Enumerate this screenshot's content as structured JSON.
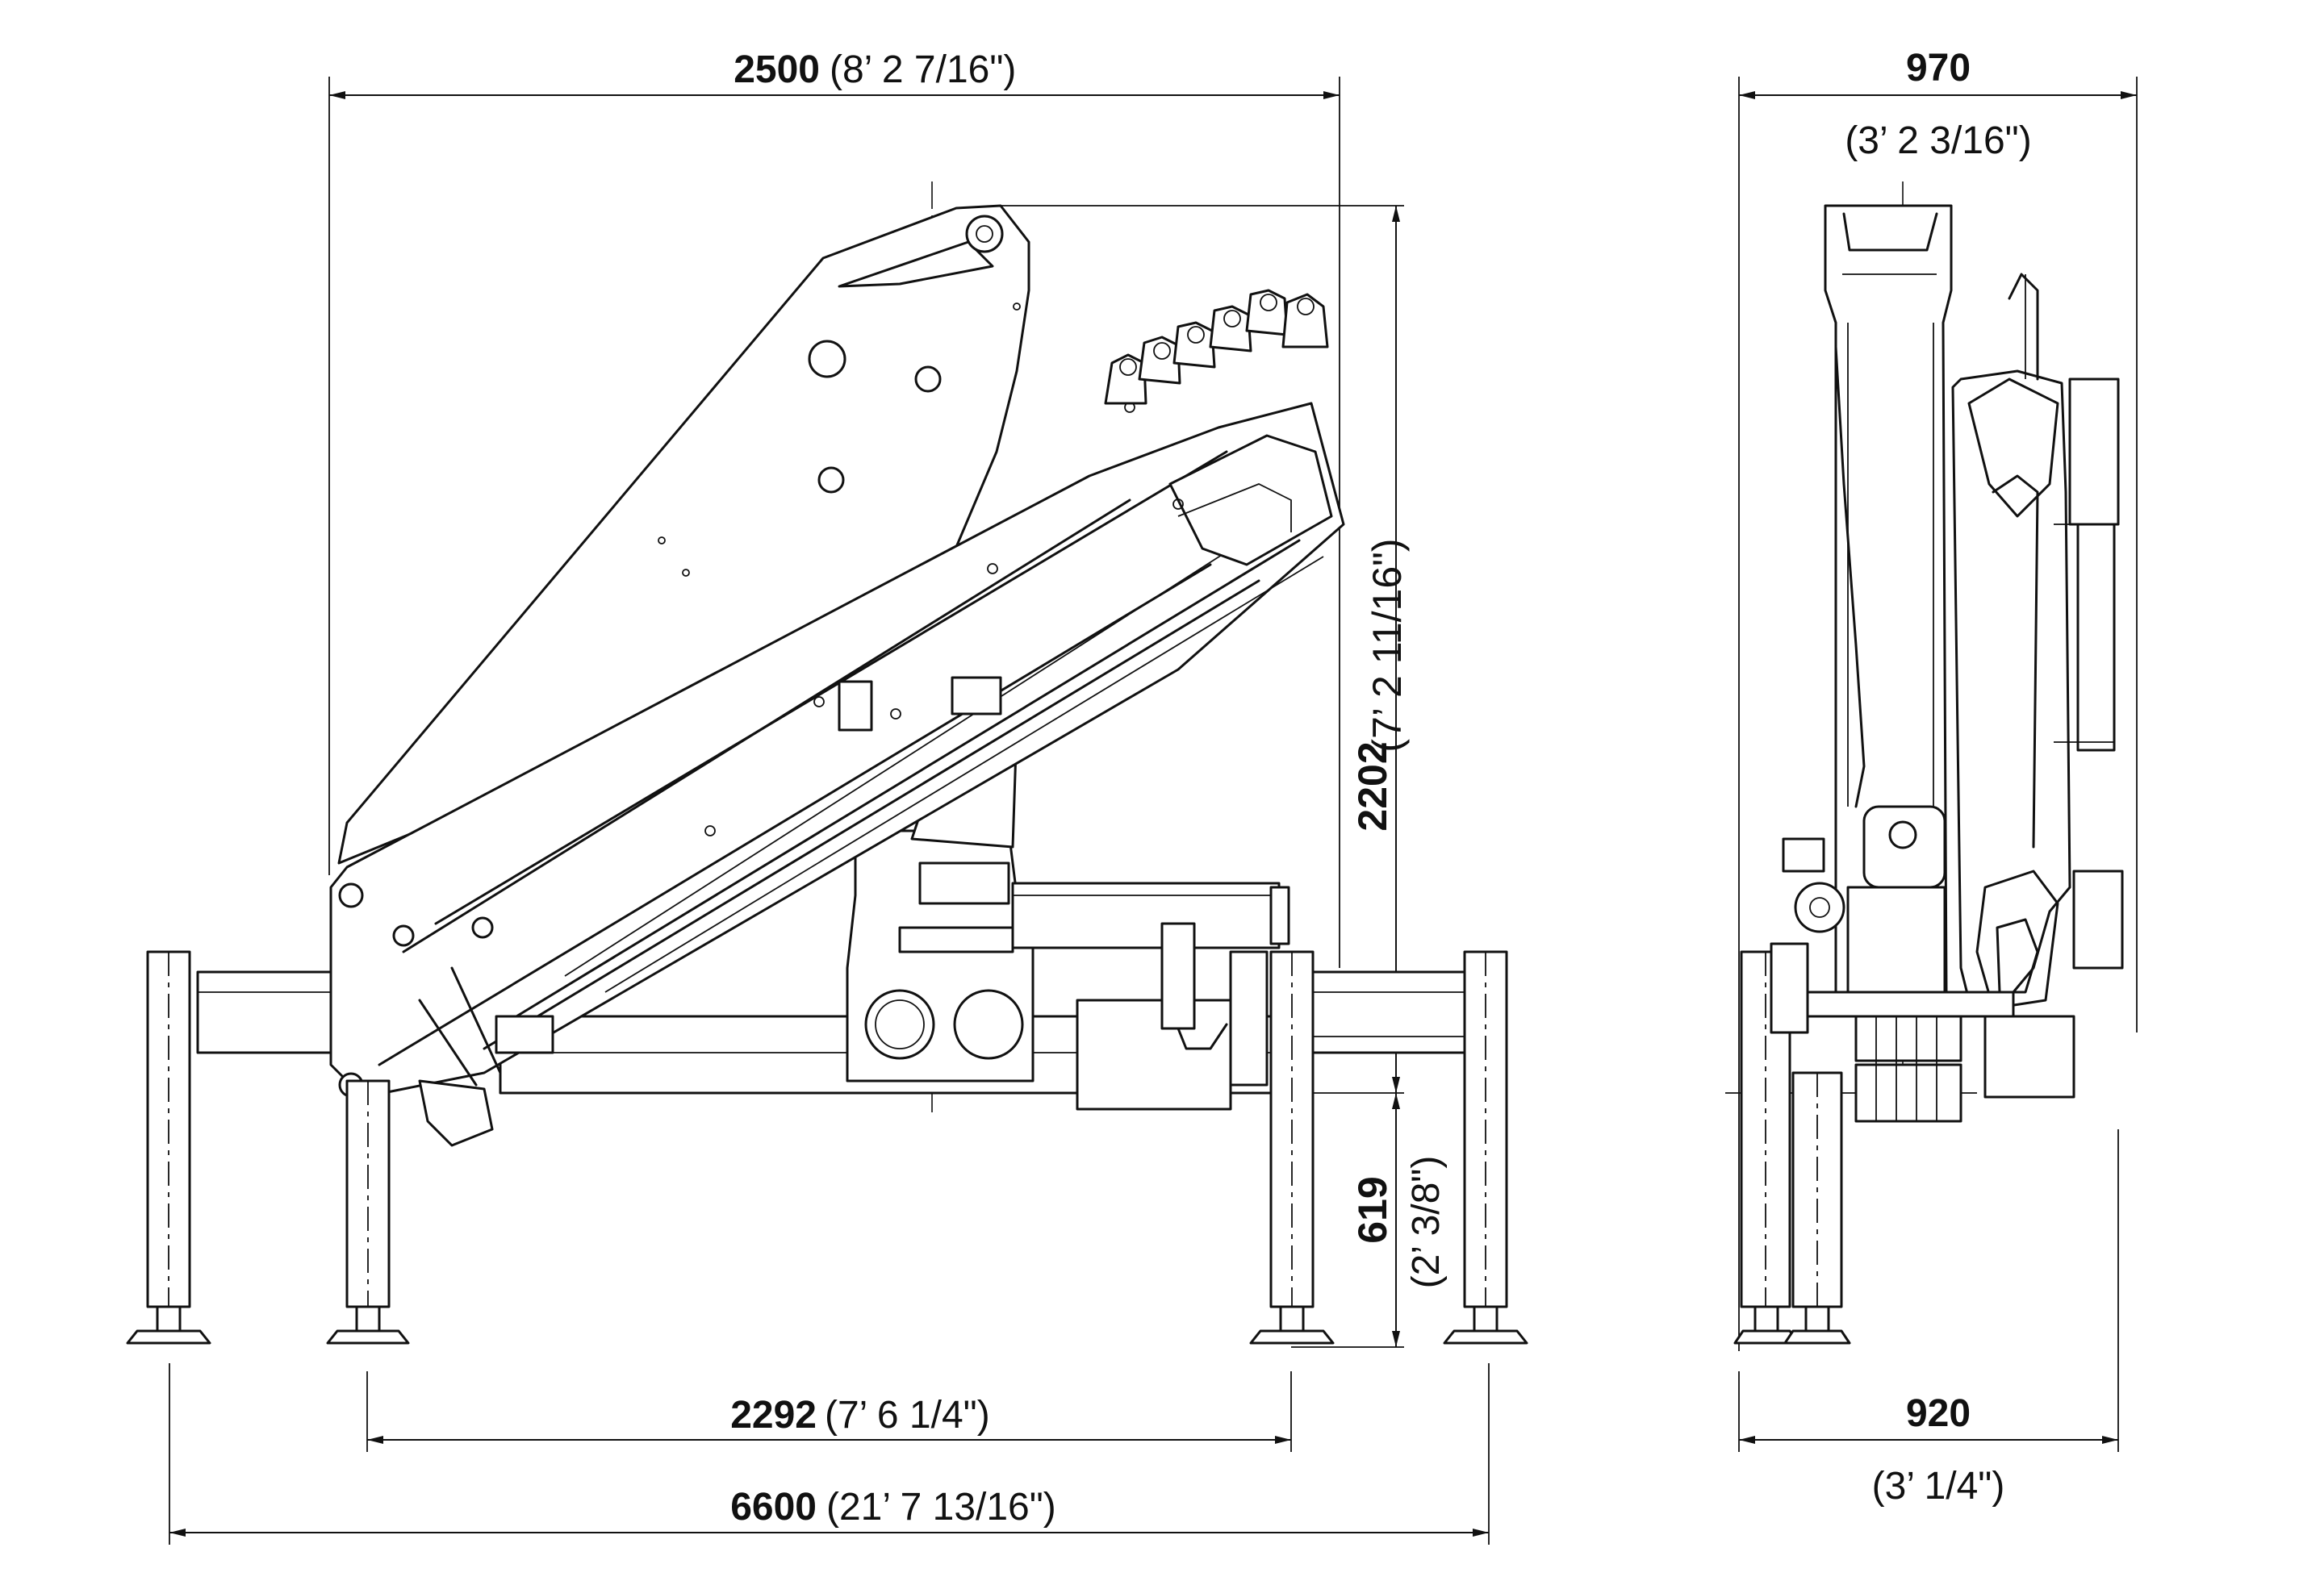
{
  "dimensions": {
    "top_width": {
      "value": "2500",
      "imperial": "(8’ 2 7/16\")"
    },
    "height": {
      "value": "2202",
      "imperial": "(7’ 2 11/16\")"
    },
    "base_height": {
      "value": "619",
      "imperial": "(2’ 3/8\")"
    },
    "stabilizer_span": {
      "value": "2292",
      "imperial": "(7’ 6 1/4\")"
    },
    "total_span": {
      "value": "6600",
      "imperial": "(21’ 7 13/16\")"
    },
    "side_top_width": {
      "value": "970",
      "imperial": "(3’ 2 3/16\")"
    },
    "side_bottom_width": {
      "value": "920",
      "imperial": "(3’ 1/4\")"
    }
  },
  "colors": {
    "line": "#111111",
    "background": "#ffffff"
  }
}
